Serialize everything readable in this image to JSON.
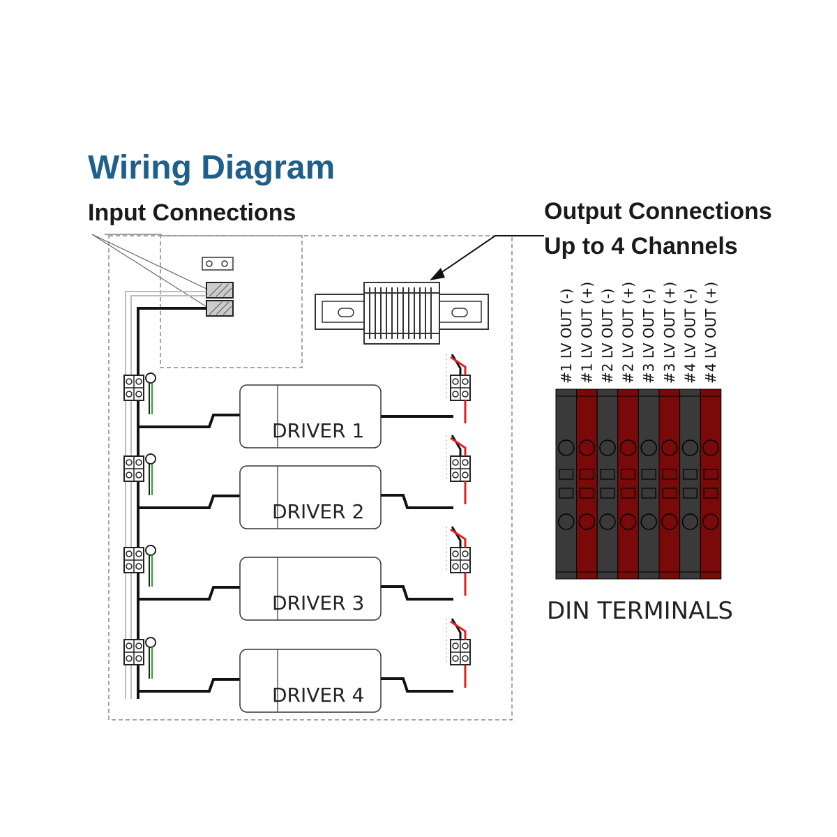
{
  "title": "Wiring Diagram",
  "input_label": "Input Connections",
  "output_label_line1": "Output Connections",
  "output_label_line2": "Up to 4 Channels",
  "drivers": [
    "DRIVER 1",
    "DRIVER 2",
    "DRIVER 3",
    "DRIVER 4"
  ],
  "terminal_columns": [
    {
      "label": "#1 LV OUT (-)",
      "polarity": "neg"
    },
    {
      "label": "#1 LV OUT (+)",
      "polarity": "pos"
    },
    {
      "label": "#2 LV OUT (-)",
      "polarity": "neg"
    },
    {
      "label": "#2 LV OUT (+)",
      "polarity": "pos"
    },
    {
      "label": "#3 LV OUT (-)",
      "polarity": "neg"
    },
    {
      "label": "#3 LV OUT (+)",
      "polarity": "pos"
    },
    {
      "label": "#4 LV OUT (-)",
      "polarity": "neg"
    },
    {
      "label": "#4 LV OUT (+)",
      "polarity": "pos"
    }
  ],
  "din_label": "DIN TERMINALS",
  "colors": {
    "title": "#1f5f8b",
    "negative_terminal": "#3a3a3a",
    "positive_terminal": "#7a0a0a",
    "positive_wire": "#e02020",
    "ground_wire": "#22aa22",
    "wire": "#111111"
  }
}
